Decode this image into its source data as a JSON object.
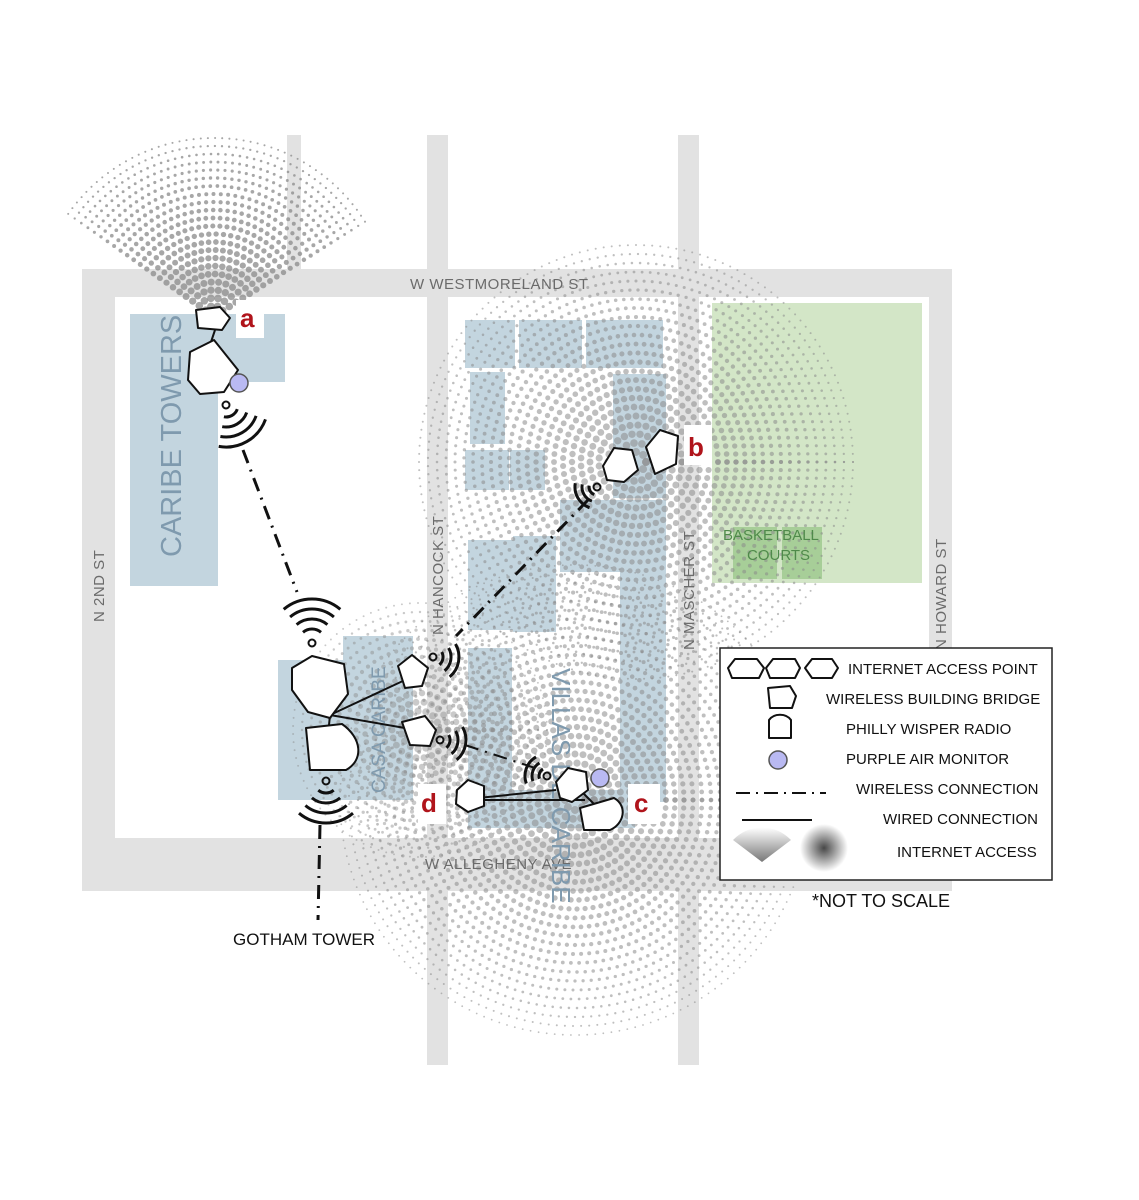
{
  "streets": {
    "westmoreland": "W WESTMORELAND ST",
    "allegheny": "W ALLEGHENY AVE",
    "n2nd": "N 2ND ST",
    "hancock": "N HANCOCK ST",
    "mascher": "N MASCHER ST",
    "howard": "N HOWARD ST"
  },
  "buildings": {
    "caribe_towers": "CARIBE TOWERS",
    "villas_de_caribe": "VILLAS DE CARIBE",
    "casa_caribe": "CASA CARIBE",
    "basketball_line1": "BASKETBALL",
    "basketball_line2": "COURTS"
  },
  "sites": {
    "a": "a",
    "b": "b",
    "c": "c",
    "d": "d"
  },
  "gotham_tower": "GOTHAM TOWER",
  "legend": {
    "access_point": "INTERNET ACCESS POINT",
    "bridge": "WIRELESS BUILDING BRIDGE",
    "radio": "PHILLY WISPER RADIO",
    "air_monitor": "PURPLE AIR MONITOR",
    "wireless": "WIRELESS CONNECTION",
    "wired": "WIRED CONNECTION",
    "internet": "INTERNET ACCESS"
  },
  "note": "*NOT TO SCALE",
  "colors": {
    "street": "#e2e2e2",
    "building": "#c3d5df",
    "park": "#d3e6c7",
    "court": "#9fc98f",
    "coverage_dots": "#8a8a8a",
    "site_label": "#b0141b",
    "air_monitor": "#b9b9f2"
  }
}
